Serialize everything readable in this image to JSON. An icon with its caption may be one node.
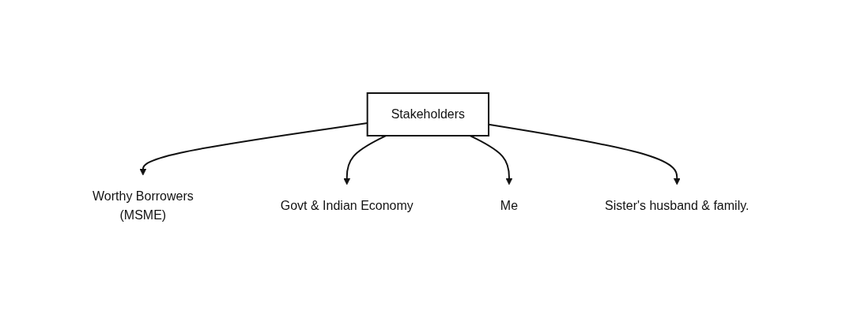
{
  "diagram": {
    "nodes": [
      {
        "text": [
          "Stakeholders"
        ]
      },
      {
        "text": [
          "Worthy Borrowers",
          "(MSME)"
        ]
      },
      {
        "text": [
          "Govt & Indian Economy"
        ]
      },
      {
        "text": [
          "Me"
        ]
      },
      {
        "text": [
          "Sister's husband & family."
        ]
      }
    ],
    "edges": [
      {
        "from": 0,
        "to": 1,
        "arrow": "to"
      },
      {
        "from": 0,
        "to": 2,
        "arrow": "to"
      },
      {
        "from": 0,
        "to": 3,
        "arrow": "to"
      },
      {
        "from": 0,
        "to": 4,
        "arrow": "to"
      }
    ]
  }
}
